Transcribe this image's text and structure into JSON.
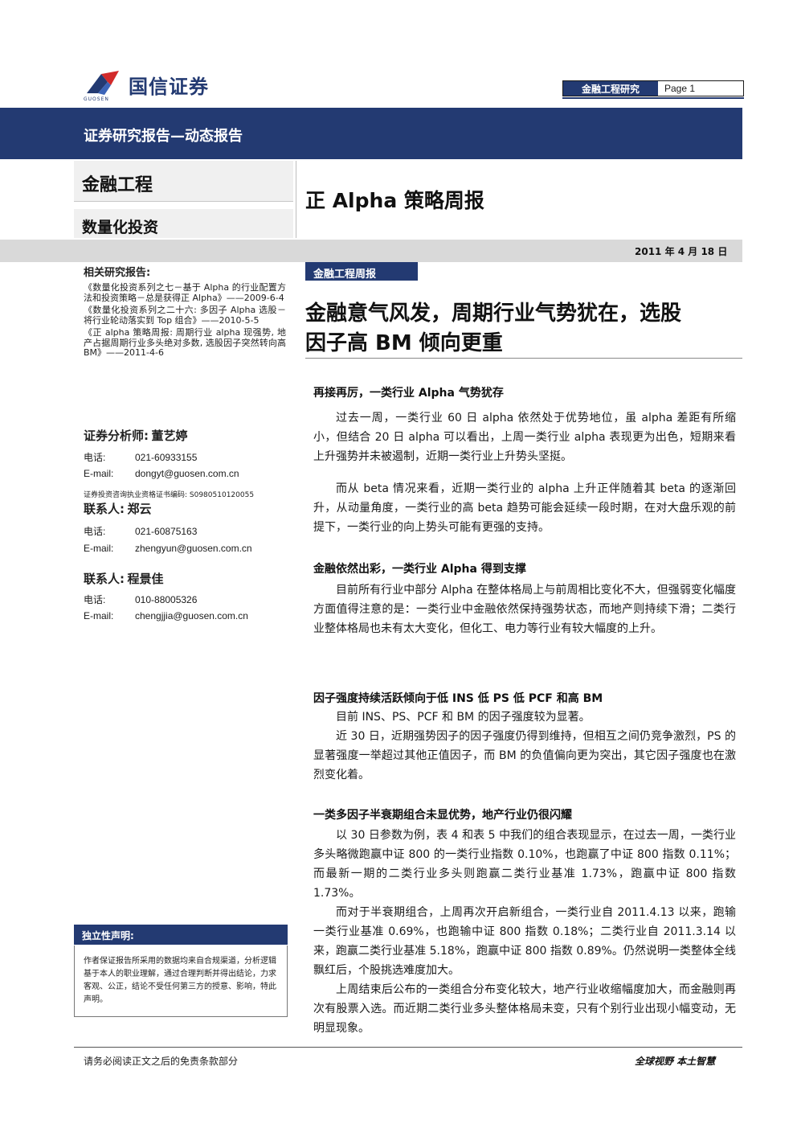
{
  "header": {
    "logo_text": "国信证券",
    "logo_sub": "GUOSEN",
    "dept_label": "金融工程研究",
    "page_label": "Page 1",
    "banner": "证券研究报告—动态报告",
    "category": "金融工程",
    "subcategory": "数量化投资",
    "report_title": "正 Alpha 策略周报",
    "date": "2011 年 4 月 18 日"
  },
  "sidebar": {
    "related_heading": "相关研究报告:",
    "related_reports": [
      "《数量化投资系列之七－基于 Alpha 的行业配置方法和投资策略－总是获得正 Alpha》——2009-6-4",
      "《数量化投资系列之二十六: 多因子 Alpha 选股－将行业轮动落实到 Top 组合》——2010-5-5",
      "《正 alpha 策略周报: 周期行业 alpha 现强势, 地产占据周期行业多头绝对多数, 选股因子突然转向高 BM》——2011-4-6"
    ],
    "analyst": {
      "label": "证券分析师:",
      "name": "董艺婷",
      "phone_key": "电话:",
      "phone": "021-60933155",
      "email_key": "E-mail:",
      "email": "dongyt@guosen.com.cn",
      "cert": "证券投资咨询执业资格证书编码: S0980510120055"
    },
    "contacts": [
      {
        "label": "联系人:",
        "name": "郑云",
        "phone_key": "电话:",
        "phone": "021-60875163",
        "email_key": "E-mail:",
        "email": "zhengyun@guosen.com.cn"
      },
      {
        "label": "联系人:",
        "name": "程景佳",
        "phone_key": "电话:",
        "phone": "010-88005326",
        "email_key": "E-mail:",
        "email": "chengjjia@guosen.com.cn"
      }
    ],
    "disclaimer_heading": "独立性声明:",
    "disclaimer": "作者保证报告所采用的数据均来自合规渠道，分析逻辑基于本人的职业理解，通过合理判断并得出结论，力求客观、公正，结论不受任何第三方的授意、影响，特此声明。"
  },
  "main": {
    "tag": "金融工程周报",
    "headline_1": "金融意气风发，周期行业气势犹在，选股",
    "headline_2": "因子高 BM 倾向更重",
    "sections": [
      {
        "title": "再接再厉，一类行业 Alpha 气势犹存",
        "paragraphs": [
          "过去一周，一类行业 60 日 alpha 依然处于优势地位，虽 alpha 差距有所缩小，但结合 20 日 alpha 可以看出，上周一类行业 alpha 表现更为出色，短期来看上升强势并未被遏制，近期一类行业上升势头坚挺。",
          "而从 beta 情况来看，近期一类行业的 alpha 上升正伴随着其 beta 的逐渐回升，从动量角度，一类行业的高 beta 趋势可能会延续一段时期，在对大盘乐观的前提下，一类行业的向上势头可能有更强的支持。"
        ]
      },
      {
        "title": "金融依然出彩，一类行业 Alpha 得到支撑",
        "paragraphs": [
          "目前所有行业中部分 Alpha 在整体格局上与前周相比变化不大，但强弱变化幅度方面值得注意的是：一类行业中金融依然保持强势状态，而地产则持续下滑；二类行业整体格局也未有太大变化，但化工、电力等行业有较大幅度的上升。"
        ]
      },
      {
        "title": "因子强度持续活跃倾向于低 INS 低 PS 低 PCF 和高 BM",
        "paragraphs": [
          "目前 INS、PS、PCF 和 BM 的因子强度较为显著。",
          "近 30 日，近期强势因子的因子强度仍得到维持，但相互之间仍竞争激烈，PS 的显著强度一举超过其他正值因子，而 BM 的负值偏向更为突出，其它因子强度也在激烈变化着。"
        ]
      },
      {
        "title": "一类多因子半衰期组合未显优势，地产行业仍很闪耀",
        "paragraphs": [
          "以 30 日参数为例，表 4 和表 5 中我们的组合表现显示，在过去一周，一类行业多头略微跑赢中证 800 的一类行业指数 0.10%，也跑赢了中证 800 指数 0.11%；而最新一期的二类行业多头则跑赢二类行业基准 1.73%，跑赢中证 800 指数 1.73%。",
          "而对于半衰期组合，上周再次开启新组合，一类行业自 2011.4.13 以来，跑输一类行业基准 0.69%，也跑输中证 800 指数 0.18%；二类行业自 2011.3.14 以来，跑赢二类行业基准 5.18%，跑赢中证 800 指数 0.89%。仍然说明一类整体全线飘红后，个股挑选难度加大。",
          "上周结束后公布的一类组合分布变化较大，地产行业收缩幅度加大，而金融则再次有股票入选。而近期二类行业多头整体格局未变，只有个别行业出现小幅变动，无明显现象。"
        ]
      }
    ]
  },
  "footer": {
    "left": "请务必阅读正文之后的免责条款部分",
    "right": "全球视野  本土智慧"
  }
}
